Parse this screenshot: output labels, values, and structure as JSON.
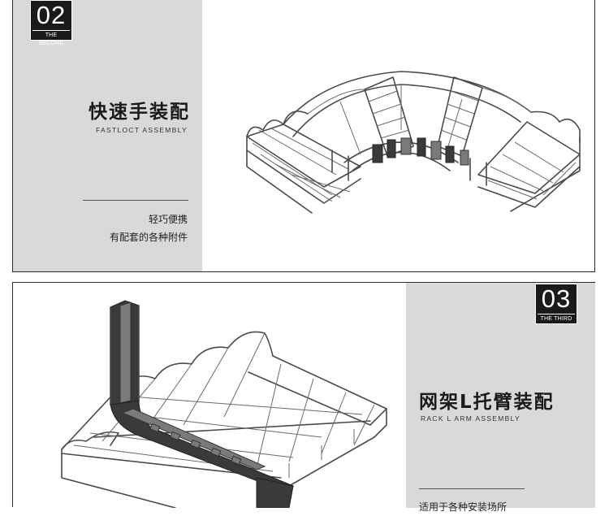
{
  "section_two": {
    "badge_number": "02",
    "badge_caption": "THE SECOND",
    "title_cn": "快速手装配",
    "title_en": "FASTLOCT ASSEMBLY",
    "description_lines": [
      "轻巧便携",
      "有配套的各种附件"
    ]
  },
  "section_three": {
    "badge_number": "03",
    "badge_caption": "THE THIRD",
    "title_cn": "网架L托臂装配",
    "title_en": "RACK L ARM ASSEMBLY",
    "description_lines": [
      "适用于各种安装场所"
    ]
  },
  "colors": {
    "panel_gray": "#d9d9d9",
    "badge_black": "#1a1a1a",
    "wire_gray": "#4a4a4a"
  }
}
